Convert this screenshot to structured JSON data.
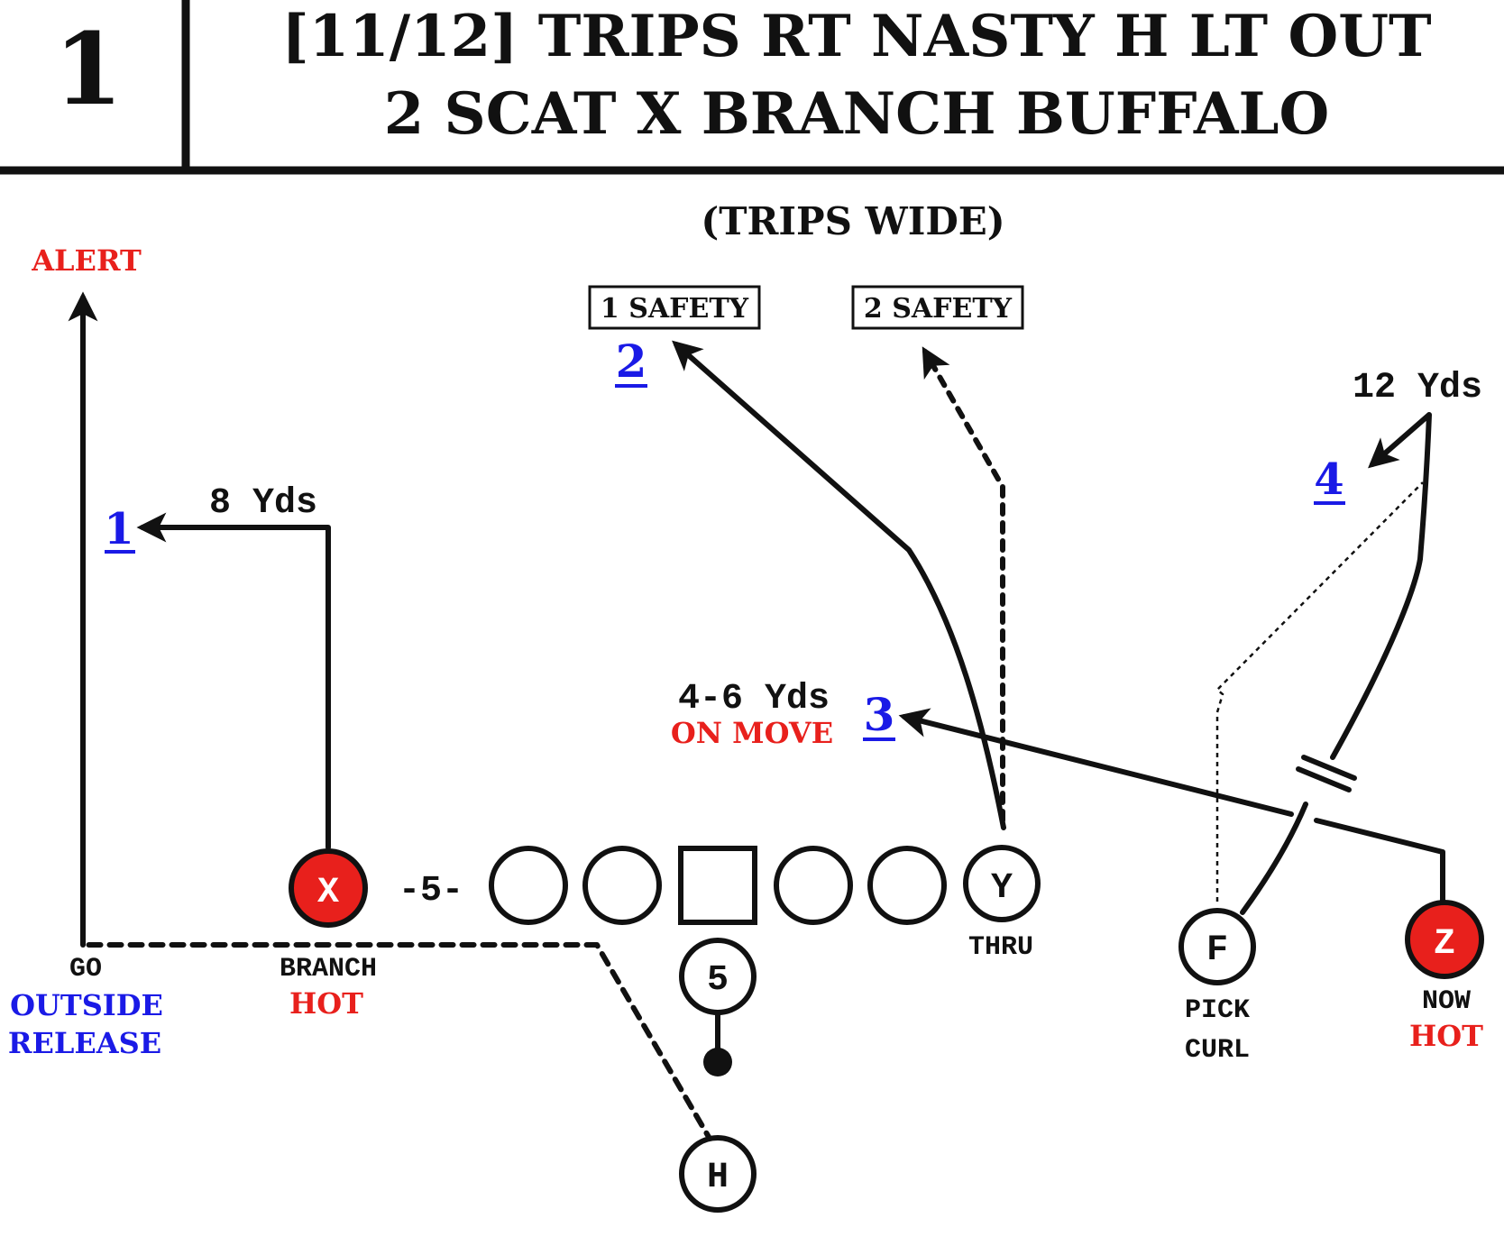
{
  "header": {
    "play_number": "1",
    "title_line1": "[11/12] TRIPS RT NASTY H LT OUT",
    "title_line2": "2 SCAT X BRANCH BUFFALO"
  },
  "formation_label": "(TRIPS WIDE)",
  "coverage_boxes": {
    "one_safety": "1 SAFETY",
    "two_safety": "2 SAFETY"
  },
  "alert_label": "ALERT",
  "progression": {
    "p1": "1",
    "p2": "2",
    "p3": "3",
    "p4": "4"
  },
  "depths": {
    "x_depth": "8 Yds",
    "y_depth": "4-6 Yds",
    "f_depth": "12 Yds",
    "on_move": "ON MOVE"
  },
  "split_label": "-5-",
  "players": {
    "x": {
      "letter": "X",
      "route": "BRANCH",
      "tag": "HOT"
    },
    "y": {
      "letter": "Y",
      "route": "THRU"
    },
    "f": {
      "letter": "F",
      "route_line1": "PICK",
      "route_line2": "CURL"
    },
    "z": {
      "letter": "Z",
      "route": "NOW",
      "tag": "HOT"
    },
    "qb": {
      "number": "5"
    },
    "h": {
      "letter": "H"
    }
  },
  "go_route": {
    "label": "GO",
    "note_line1": "OUTSIDE",
    "note_line2": "RELEASE"
  },
  "colors": {
    "hot_red": "#e8201c",
    "progression_blue": "#1a1ae6",
    "ink": "#111111"
  }
}
